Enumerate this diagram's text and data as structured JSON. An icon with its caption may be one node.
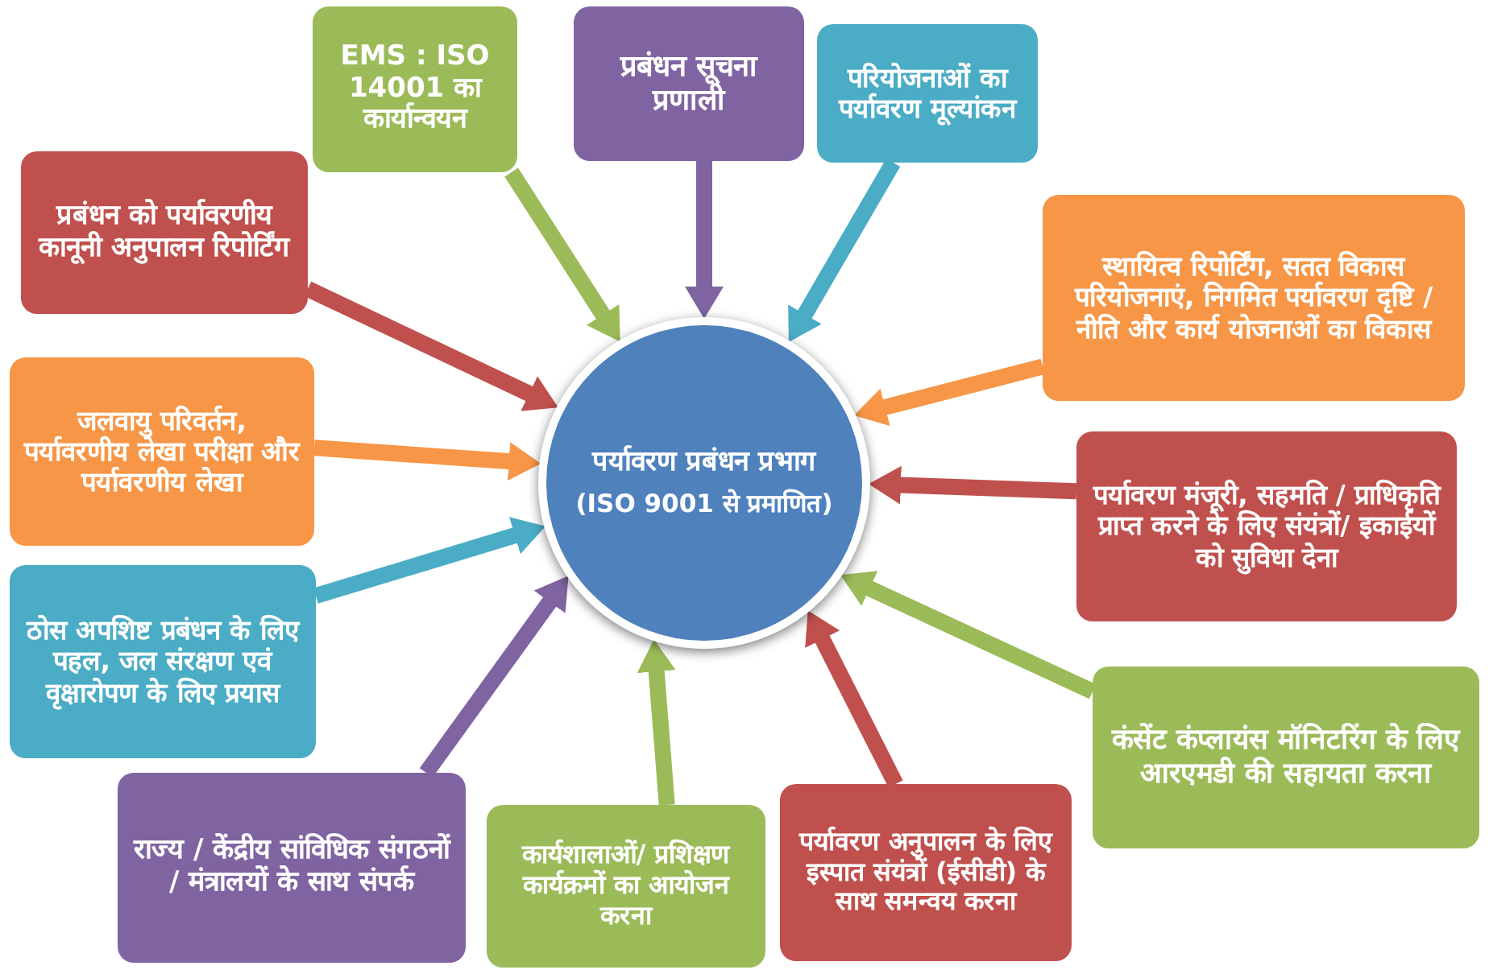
{
  "diagram": {
    "nodes": [
      {
        "text": [
          "पर्यावरण प्रबंधन प्रभाग",
          "(ISO 9001 से प्रमाणित)"
        ]
      },
      {
        "text": [
          "EMS : ISO 14001 का कार्यान्वयन"
        ]
      },
      {
        "text": [
          "प्रबंधन सूचना प्रणाली"
        ]
      },
      {
        "text": [
          "परियोजनाओं का पर्यावरण मूल्यांकन"
        ]
      },
      {
        "text": [
          "स्थायित्व रिपोर्टिंग, सतत विकास परियोजनाएं, निगमित पर्यावरण दृष्टि / नीति और कार्य योजनाओं का विकास"
        ]
      },
      {
        "text": [
          "पर्यावरण मंजूरी, सहमति / प्राधिकृति प्राप्त करने के लिए संयंत्रों/ इकाईयों को सुविधा देना"
        ]
      },
      {
        "text": [
          "कंसेंट कंप्लायंस मॉनिटरिंग के लिए आरएमडी की सहायता करना"
        ]
      },
      {
        "text": [
          "पर्यावरण अनुपालन के लिए इस्पात संयंत्रों (ईसीडी) के साथ समन्वय करना"
        ]
      },
      {
        "text": [
          "कार्यशालाओं/ प्रशिक्षण कार्यक्रमों का आयोजन करना"
        ]
      },
      {
        "text": [
          "राज्य / केंद्रीय सांविधिक संगठनों / मंत्रालयों के साथ संपर्क"
        ]
      },
      {
        "text": [
          "ठोस अपशिष्ट प्रबंधन के लिए पहल, जल संरक्षण एवं वृक्षारोपण के लिए प्रयास"
        ]
      },
      {
        "text": [
          "जलवायु परिवर्तन, पर्यावरणीय लेखा परीक्षा और पर्यावरणीय लेखा"
        ]
      },
      {
        "text": [
          "प्रबंधन को पर्यावरणीय कानूनी अनुपालन रिपोर्टिंग"
        ]
      }
    ],
    "edges": [
      {
        "from": 1,
        "to": 0,
        "arrow": "to",
        "color": "#9bbb59"
      },
      {
        "from": 2,
        "to": 0,
        "arrow": "to",
        "color": "#8064a2"
      },
      {
        "from": 3,
        "to": 0,
        "arrow": "to",
        "color": "#4bacc6"
      },
      {
        "from": 4,
        "to": 0,
        "arrow": "to",
        "color": "#f79646"
      },
      {
        "from": 5,
        "to": 0,
        "arrow": "to",
        "color": "#c0504d"
      },
      {
        "from": 6,
        "to": 0,
        "arrow": "to",
        "color": "#9bbb59"
      },
      {
        "from": 7,
        "to": 0,
        "arrow": "to",
        "color": "#c0504d"
      },
      {
        "from": 8,
        "to": 0,
        "arrow": "to",
        "color": "#9bbb59"
      },
      {
        "from": 9,
        "to": 0,
        "arrow": "to",
        "color": "#8064a2"
      },
      {
        "from": 10,
        "to": 0,
        "arrow": "to",
        "color": "#4bacc6"
      },
      {
        "from": 11,
        "to": 0,
        "arrow": "to",
        "color": "#f79646"
      },
      {
        "from": 12,
        "to": 0,
        "arrow": "to",
        "color": "#c0504d"
      }
    ]
  }
}
